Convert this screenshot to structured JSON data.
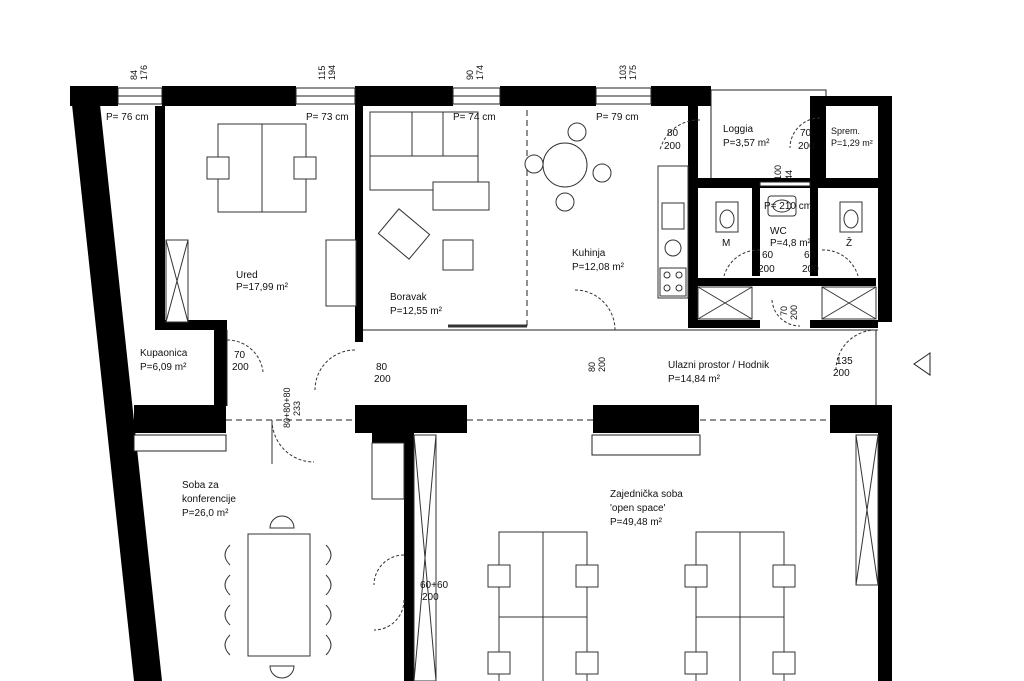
{
  "window_dims_top": [
    {
      "a": "84",
      "b": "176"
    },
    {
      "a": "115",
      "b": "194"
    },
    {
      "a": "90",
      "b": "174"
    },
    {
      "a": "103",
      "b": "175"
    }
  ],
  "sill_heights": [
    "P= 76 cm",
    "P= 73 cm",
    "P= 74 cm",
    "P= 79 cm"
  ],
  "rooms": {
    "ured": {
      "name": "Ured",
      "area": "P=17,99 m²"
    },
    "boravak": {
      "name": "Boravak",
      "area": "P=12,55 m²"
    },
    "kuhinja": {
      "name": "Kuhinja",
      "area": "P=12,08 m²"
    },
    "loggia": {
      "name": "Loggia",
      "area": "P=3,57 m²"
    },
    "sprem": {
      "name": "Sprem.",
      "area": "P=1,29 m²"
    },
    "wc": {
      "name": "WC",
      "area": "P=4,8 m²",
      "m": "M",
      "z": "Ž"
    },
    "kupaonica": {
      "name": "Kupaonica",
      "area": "P=6,09 m²"
    },
    "hodnik": {
      "name": "Ulazni prostor / Hodnik",
      "area": "P=14,84 m²"
    },
    "konferencija": {
      "line1": "Soba za",
      "line2": "konferencije",
      "area": "P=26,0 m²"
    },
    "open_space": {
      "line1": "Zajednička soba",
      "line2": "'open space'",
      "area": "P=49,48 m²"
    }
  },
  "door_dims": {
    "d_80_200_kitchen": {
      "w": "80",
      "h": "200"
    },
    "d_70_200_sprem": {
      "w": "70",
      "h": "200"
    },
    "d_100_44": {
      "w": "100",
      "h": "44"
    },
    "p_210": "P= 210 cm",
    "d_60_200_left": {
      "w": "60",
      "h": "200"
    },
    "d_60_200_right": {
      "w": "60",
      "h": "200"
    },
    "d_70_200_bath": {
      "w": "70",
      "h": "200"
    },
    "d_80_200_boravak": {
      "w": "80",
      "h": "200"
    },
    "d_80_200_hall": {
      "w": "80",
      "h": "200"
    },
    "d_70_200_wc": {
      "w": "70",
      "h": "200"
    },
    "d_135_200": {
      "w": "135",
      "h": "200"
    },
    "d_80_80_80": {
      "w": "80+80+80",
      "h": "233"
    },
    "d_60_60": {
      "w": "60+60",
      "h": "200"
    }
  }
}
